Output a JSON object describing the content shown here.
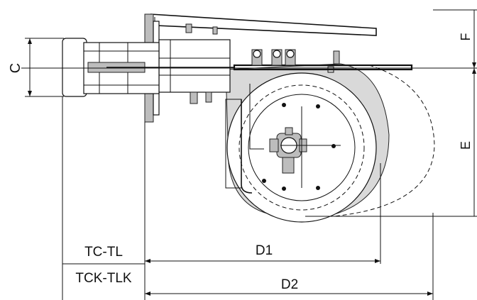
{
  "labels": {
    "c": "C",
    "f": "F",
    "e": "E",
    "tc_tl": "TC-TL",
    "tck_tlk": "TCK-TLK",
    "d1": "D1",
    "d2": "D2"
  },
  "colors": {
    "line": "#111111",
    "housing": "#bdbdbd",
    "panel": "#d9d9d9",
    "background": "#ffffff"
  }
}
